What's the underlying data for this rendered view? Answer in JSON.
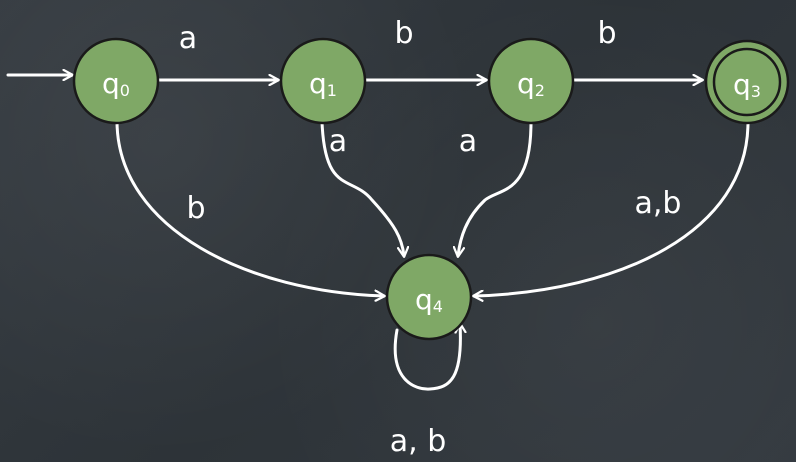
{
  "diagram": {
    "states": [
      {
        "id": "q0",
        "base": "q",
        "sub": "0",
        "accepting": false
      },
      {
        "id": "q1",
        "base": "q",
        "sub": "1",
        "accepting": false
      },
      {
        "id": "q2",
        "base": "q",
        "sub": "2",
        "accepting": false
      },
      {
        "id": "q3",
        "base": "q",
        "sub": "3",
        "accepting": true
      },
      {
        "id": "q4",
        "base": "q",
        "sub": "4",
        "accepting": false
      }
    ],
    "start_state": "q0",
    "transitions": [
      {
        "from": "q0",
        "to": "q1",
        "label": "a"
      },
      {
        "from": "q1",
        "to": "q2",
        "label": "b"
      },
      {
        "from": "q2",
        "to": "q3",
        "label": "b"
      },
      {
        "from": "q0",
        "to": "q4",
        "label": "b"
      },
      {
        "from": "q1",
        "to": "q4",
        "label": "a"
      },
      {
        "from": "q2",
        "to": "q4",
        "label": "a"
      },
      {
        "from": "q3",
        "to": "q4",
        "label": "a,b"
      },
      {
        "from": "q4",
        "to": "q4",
        "label": "a, b"
      }
    ],
    "colors": {
      "state_fill": "#7fa866",
      "state_stroke": "#1a1a1a",
      "edge": "#ffffff",
      "background": "#2f353b"
    }
  }
}
